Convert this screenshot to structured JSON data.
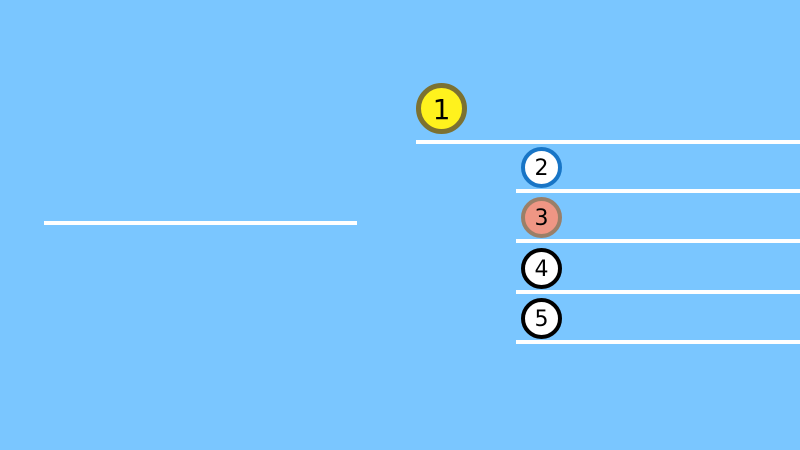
{
  "background_color": "#7ac6ff",
  "line_color": "#ffffff",
  "empty_slot": {
    "label": "",
    "highlight": false
  },
  "ranks": [
    {
      "number": "1",
      "fill": "#fff21d",
      "ring": "#7c7131"
    },
    {
      "number": "2",
      "fill": "#ffffff",
      "ring": "#1875c6"
    },
    {
      "number": "3",
      "fill": "#ef9684",
      "ring": "#9a7f68"
    },
    {
      "number": "4",
      "fill": "#ffffff",
      "ring": "#000000"
    },
    {
      "number": "5",
      "fill": "#ffffff",
      "ring": "#000000"
    }
  ]
}
